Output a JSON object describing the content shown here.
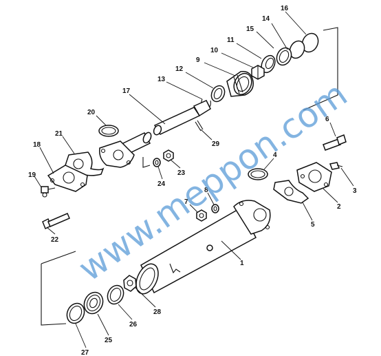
{
  "watermark": "www.meppon.com",
  "colors": {
    "ink": "#111111",
    "watermark": "#5a9bd8",
    "background": "#ffffff"
  },
  "callouts": [
    "1",
    "2",
    "3",
    "4",
    "5",
    "6",
    "7",
    "8",
    "9",
    "10",
    "11",
    "12",
    "13",
    "14",
    "15",
    "16",
    "17",
    "18",
    "19",
    "20",
    "21",
    "22",
    "23",
    "24",
    "25",
    "26",
    "27",
    "28",
    "29"
  ]
}
